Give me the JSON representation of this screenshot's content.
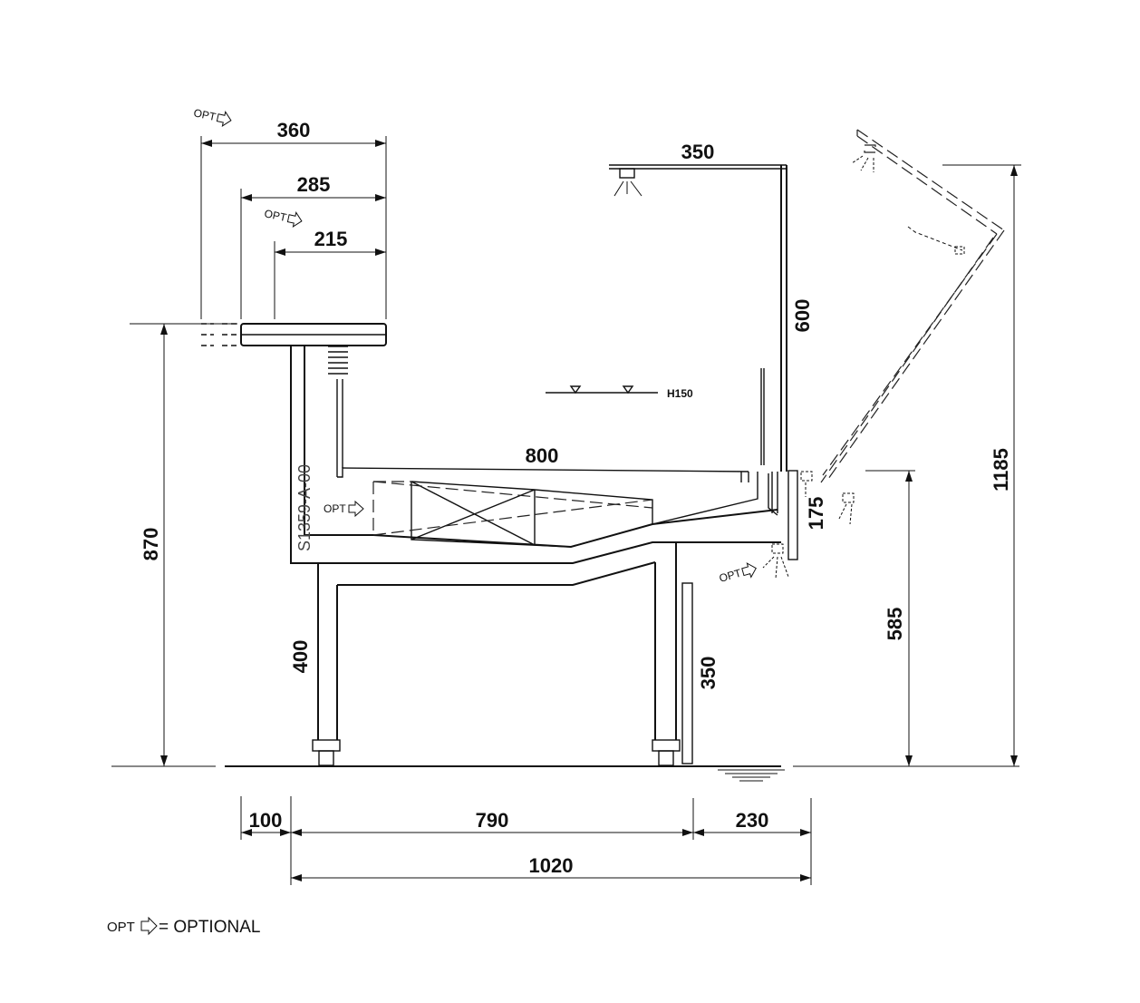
{
  "drawing_code": "S1359-A-00",
  "opt_label": "OPT",
  "h150_label": "H150",
  "legend": {
    "opt": "OPT",
    "text": "= OPTIONAL"
  },
  "dimensions": {
    "d360": "360",
    "d285": "285",
    "d215": "215",
    "d350_top": "350",
    "d600": "600",
    "d800": "800",
    "d175": "175",
    "d870": "870",
    "d400": "400",
    "d350_side": "350",
    "d585": "585",
    "d1185": "1185",
    "d100": "100",
    "d790": "790",
    "d230": "230",
    "d1020": "1020"
  }
}
